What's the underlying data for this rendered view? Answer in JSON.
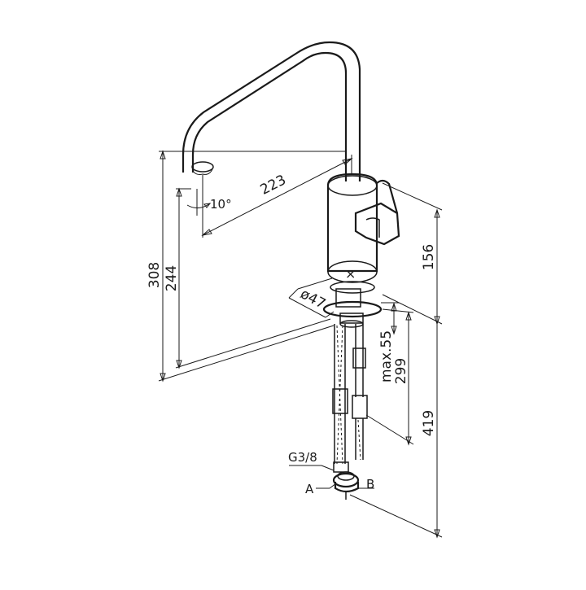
{
  "diagram": {
    "dimensions": {
      "spout_reach": "223",
      "spout_angle": "10°",
      "total_height": "308",
      "outlet_height": "244",
      "handle_height": "156",
      "base_diameter": "ø47",
      "max_deck": "max.55",
      "shank_length": "299",
      "hose_length": "419"
    },
    "labels": {
      "thread": "G3/8",
      "connection_a": "A",
      "connection_b": "B"
    },
    "colors": {
      "line": "#1a1a1a",
      "background": "#ffffff"
    }
  }
}
